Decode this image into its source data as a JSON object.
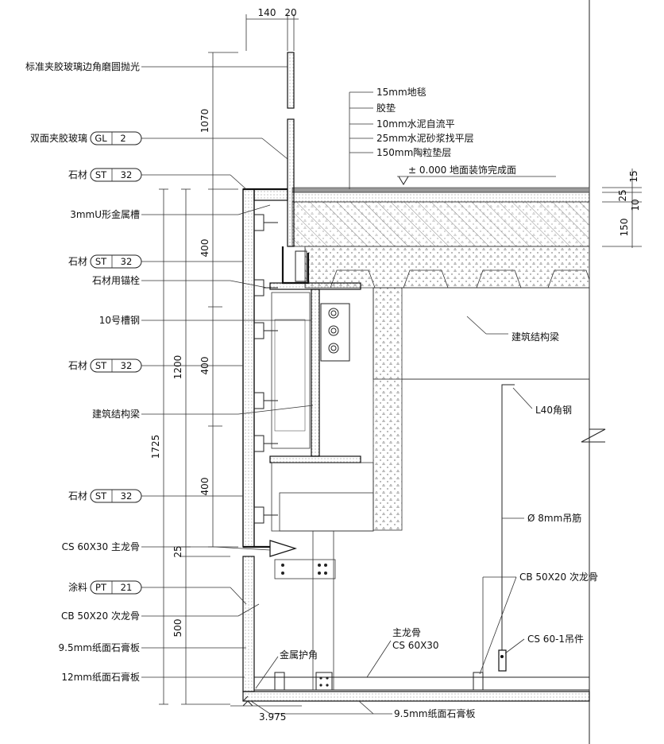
{
  "left_labels": [
    {
      "text": "标准夹胶玻璃边角磨圆抛光"
    },
    {
      "text": "双面夹胶玻璃",
      "tag": "GL",
      "num": "2"
    },
    {
      "text": "石材",
      "tag": "ST",
      "num": "32"
    },
    {
      "text": "3mmU形金属槽"
    },
    {
      "text": "石材",
      "tag": "ST",
      "num": "32"
    },
    {
      "text": "石材用锚栓"
    },
    {
      "text": "10号槽钢"
    },
    {
      "text": "石材",
      "tag": "ST",
      "num": "32"
    },
    {
      "text": "建筑结构梁"
    },
    {
      "text": "石材",
      "tag": "ST",
      "num": "32"
    },
    {
      "text": "CS 60X30 主龙骨"
    },
    {
      "text": "涂料",
      "tag": "PT",
      "num": "21"
    },
    {
      "text": "CB 50X20 次龙骨"
    },
    {
      "text": "9.5mm纸面石膏板"
    },
    {
      "text": "12mm纸面石膏板"
    }
  ],
  "floor_layers": [
    "15mm地毯",
    "胶垫",
    "10mm水泥自流平",
    "25mm水泥砂浆找平层",
    "150mm陶粒垫层"
  ],
  "floor_level": "± 0.000 地面装饰完成面",
  "right_labels": {
    "beam": "建筑结构梁",
    "angle": "L40角钢",
    "rod": "Ø 8mm吊筋",
    "secondary": "CB 50X20 次龙骨",
    "hanger": "CS 60-1吊件",
    "main_line1": "主龙骨",
    "main_line2": "CS 60X30",
    "corner": "金属护角",
    "bottom_board": "9.5mm纸面石膏板",
    "bottom_level": "3.975"
  },
  "dims": {
    "top_a": "140",
    "top_b": "20",
    "glass_h": "1070",
    "stone_400a": "400",
    "stone_400b": "400",
    "stone_400c": "400",
    "stone_1200": "1200",
    "total_1725": "1725",
    "gap_25": "25",
    "soffit_500": "500",
    "right_15": "15",
    "right_25": "25",
    "right_10": "10",
    "right_150": "150"
  }
}
